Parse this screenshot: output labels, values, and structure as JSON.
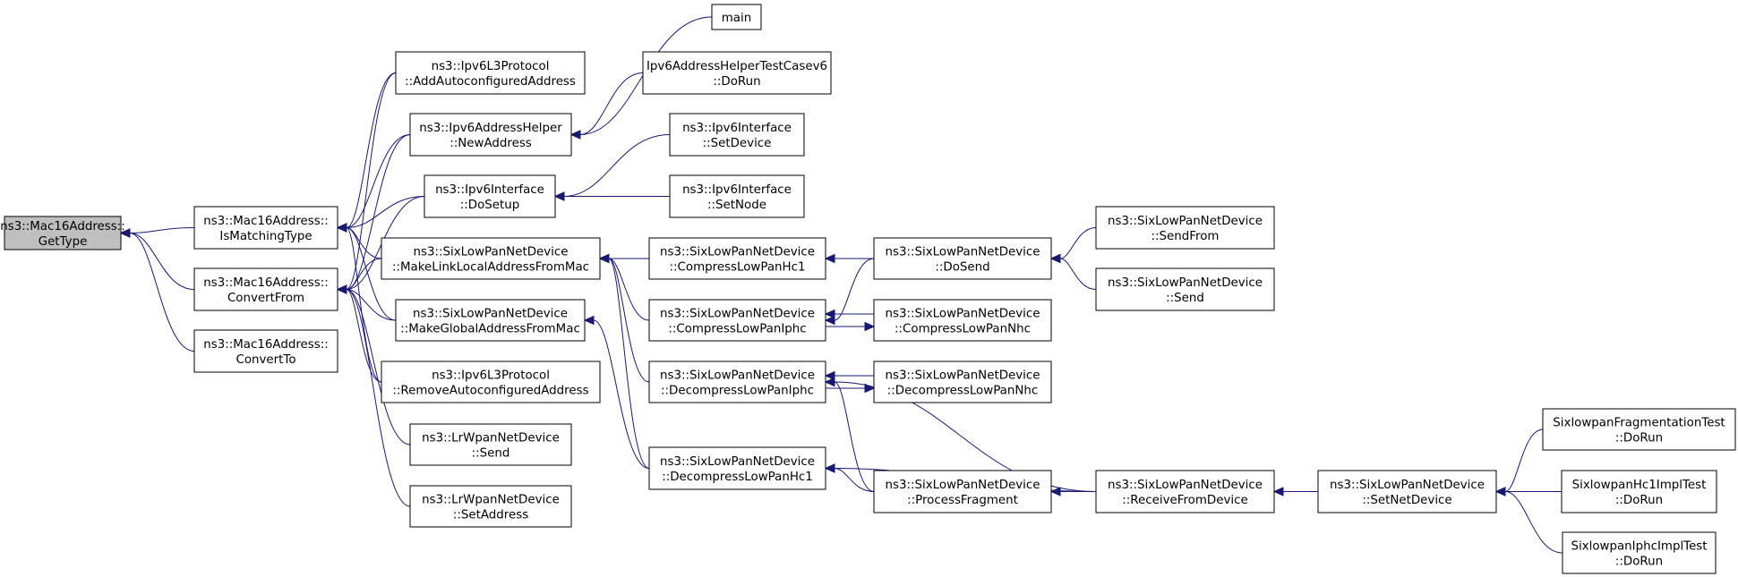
{
  "nodes": [
    {
      "id": "n0",
      "lines": [
        "ns3::Mac16Address::",
        "GetType"
      ],
      "root": true
    },
    {
      "id": "n1",
      "lines": [
        "ns3::Mac16Address::",
        "IsMatchingType"
      ]
    },
    {
      "id": "n2",
      "lines": [
        "ns3::Mac16Address::",
        "ConvertFrom"
      ]
    },
    {
      "id": "n3",
      "lines": [
        "ns3::Mac16Address::",
        "ConvertTo"
      ]
    },
    {
      "id": "n4",
      "lines": [
        "ns3::Ipv6L3Protocol",
        "::AddAutoconfiguredAddress"
      ]
    },
    {
      "id": "n5",
      "lines": [
        "ns3::Ipv6AddressHelper",
        "::NewAddress"
      ]
    },
    {
      "id": "n6",
      "lines": [
        "ns3::Ipv6Interface",
        "::DoSetup"
      ]
    },
    {
      "id": "n7",
      "lines": [
        "ns3::SixLowPanNetDevice",
        "::MakeLinkLocalAddressFromMac"
      ]
    },
    {
      "id": "n8",
      "lines": [
        "ns3::SixLowPanNetDevice",
        "::MakeGlobalAddressFromMac"
      ]
    },
    {
      "id": "n9",
      "lines": [
        "ns3::Ipv6L3Protocol",
        "::RemoveAutoconfiguredAddress"
      ]
    },
    {
      "id": "n10",
      "lines": [
        "ns3::LrWpanNetDevice",
        "::Send"
      ]
    },
    {
      "id": "n11",
      "lines": [
        "ns3::LrWpanNetDevice",
        "::SetAddress"
      ]
    },
    {
      "id": "n12",
      "lines": [
        "main"
      ]
    },
    {
      "id": "n13",
      "lines": [
        "Ipv6AddressHelperTestCasev6",
        "::DoRun"
      ]
    },
    {
      "id": "n14",
      "lines": [
        "ns3::Ipv6Interface",
        "::SetDevice"
      ]
    },
    {
      "id": "n15",
      "lines": [
        "ns3::Ipv6Interface",
        "::SetNode"
      ]
    },
    {
      "id": "n16",
      "lines": [
        "ns3::SixLowPanNetDevice",
        "::CompressLowPanHc1"
      ]
    },
    {
      "id": "n17",
      "lines": [
        "ns3::SixLowPanNetDevice",
        "::CompressLowPanIphc"
      ]
    },
    {
      "id": "n18",
      "lines": [
        "ns3::SixLowPanNetDevice",
        "::DecompressLowPanIphc"
      ]
    },
    {
      "id": "n19",
      "lines": [
        "ns3::SixLowPanNetDevice",
        "::DecompressLowPanHc1"
      ]
    },
    {
      "id": "n20",
      "lines": [
        "ns3::SixLowPanNetDevice",
        "::DoSend"
      ]
    },
    {
      "id": "n21",
      "lines": [
        "ns3::SixLowPanNetDevice",
        "::CompressLowPanNhc"
      ]
    },
    {
      "id": "n22",
      "lines": [
        "ns3::SixLowPanNetDevice",
        "::DecompressLowPanNhc"
      ]
    },
    {
      "id": "n23",
      "lines": [
        "ns3::SixLowPanNetDevice",
        "::ProcessFragment"
      ]
    },
    {
      "id": "n24",
      "lines": [
        "ns3::SixLowPanNetDevice",
        "::SendFrom"
      ]
    },
    {
      "id": "n25",
      "lines": [
        "ns3::SixLowPanNetDevice",
        "::Send"
      ]
    },
    {
      "id": "n26",
      "lines": [
        "ns3::SixLowPanNetDevice",
        "::ReceiveFromDevice"
      ]
    },
    {
      "id": "n27",
      "lines": [
        "ns3::SixLowPanNetDevice",
        "::SetNetDevice"
      ]
    },
    {
      "id": "n28",
      "lines": [
        "SixlowpanFragmentationTest",
        "::DoRun"
      ]
    },
    {
      "id": "n29",
      "lines": [
        "SixlowpanHc1ImplTest",
        "::DoRun"
      ]
    },
    {
      "id": "n30",
      "lines": [
        "SixlowpanIphcImplTest",
        "::DoRun"
      ]
    }
  ],
  "edges": [
    {
      "from": "n1",
      "to": "n0"
    },
    {
      "from": "n2",
      "to": "n0"
    },
    {
      "from": "n3",
      "to": "n0"
    },
    {
      "from": "n4",
      "to": "n1"
    },
    {
      "from": "n5",
      "to": "n1"
    },
    {
      "from": "n6",
      "to": "n1"
    },
    {
      "from": "n7",
      "to": "n1"
    },
    {
      "from": "n8",
      "to": "n1"
    },
    {
      "from": "n9",
      "to": "n1"
    },
    {
      "from": "n4",
      "to": "n2"
    },
    {
      "from": "n5",
      "to": "n2"
    },
    {
      "from": "n6",
      "to": "n2"
    },
    {
      "from": "n7",
      "to": "n2"
    },
    {
      "from": "n8",
      "to": "n2"
    },
    {
      "from": "n9",
      "to": "n2"
    },
    {
      "from": "n10",
      "to": "n2"
    },
    {
      "from": "n11",
      "to": "n2"
    },
    {
      "from": "n12",
      "to": "n5"
    },
    {
      "from": "n13",
      "to": "n5"
    },
    {
      "from": "n14",
      "to": "n6"
    },
    {
      "from": "n15",
      "to": "n6"
    },
    {
      "from": "n16",
      "to": "n7"
    },
    {
      "from": "n17",
      "to": "n7"
    },
    {
      "from": "n18",
      "to": "n7"
    },
    {
      "from": "n19",
      "to": "n7"
    },
    {
      "from": "n19",
      "to": "n8"
    },
    {
      "from": "n20",
      "to": "n16"
    },
    {
      "from": "n20",
      "to": "n17"
    },
    {
      "from": "n21",
      "to": "n17"
    },
    {
      "from": "n17",
      "to": "n21"
    },
    {
      "from": "n22",
      "to": "n18"
    },
    {
      "from": "n18",
      "to": "n22"
    },
    {
      "from": "n23",
      "to": "n18"
    },
    {
      "from": "n26",
      "to": "n18"
    },
    {
      "from": "n23",
      "to": "n19"
    },
    {
      "from": "n26",
      "to": "n19"
    },
    {
      "from": "n24",
      "to": "n20"
    },
    {
      "from": "n25",
      "to": "n20"
    },
    {
      "from": "n26",
      "to": "n23"
    },
    {
      "from": "n27",
      "to": "n26"
    },
    {
      "from": "n28",
      "to": "n27"
    },
    {
      "from": "n29",
      "to": "n27"
    },
    {
      "from": "n30",
      "to": "n27"
    }
  ]
}
